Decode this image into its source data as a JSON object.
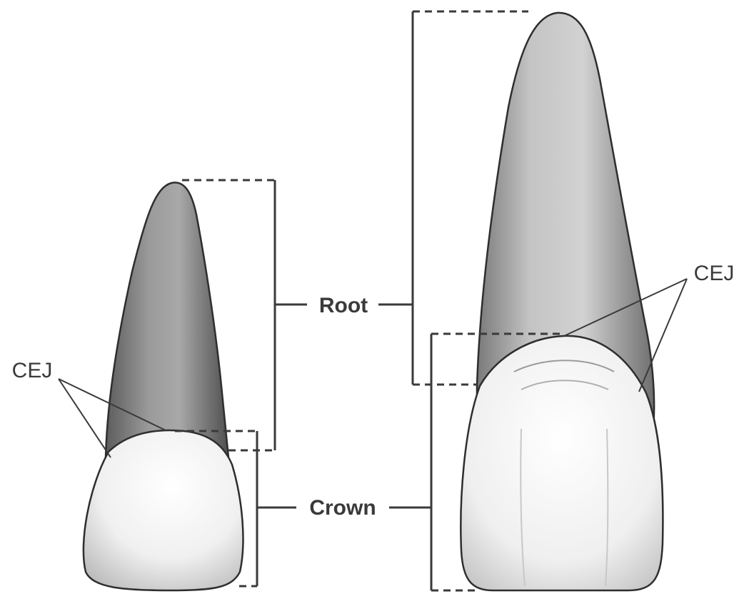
{
  "labels": {
    "root": "Root",
    "crown": "Crown",
    "cej_left": "CEJ",
    "cej_right": "CEJ"
  }
}
